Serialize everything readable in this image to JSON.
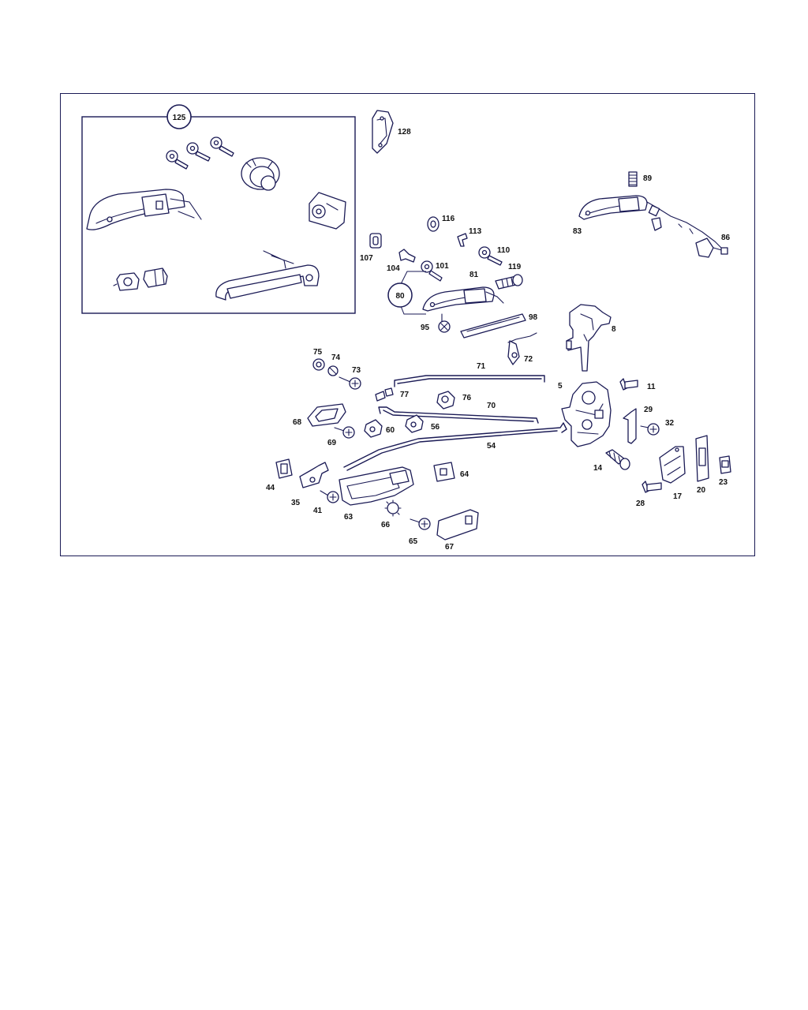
{
  "diagram": {
    "kit_label": "125",
    "group_label": "80",
    "part_numbers": {
      "p128": "128",
      "p89": "89",
      "p83": "83",
      "p86": "86",
      "p116": "116",
      "p113": "113",
      "p107": "107",
      "p104": "104",
      "p101": "101",
      "p110": "110",
      "p119": "119",
      "p81": "81",
      "p95": "95",
      "p98": "98",
      "p8": "8",
      "p75": "75",
      "p74": "74",
      "p73": "73",
      "p72": "72",
      "p71": "71",
      "p5": "5",
      "p11": "11",
      "p77": "77",
      "p76": "76",
      "p70": "70",
      "p29": "29",
      "p68": "68",
      "p60": "60",
      "p56": "56",
      "p32": "32",
      "p69": "69",
      "p54": "54",
      "p14": "14",
      "p64": "64",
      "p44": "44",
      "p35": "35",
      "p41": "41",
      "p63": "63",
      "p17": "17",
      "p20": "20",
      "p23": "23",
      "p28": "28",
      "p66": "66",
      "p65": "65",
      "p67": "67"
    }
  }
}
